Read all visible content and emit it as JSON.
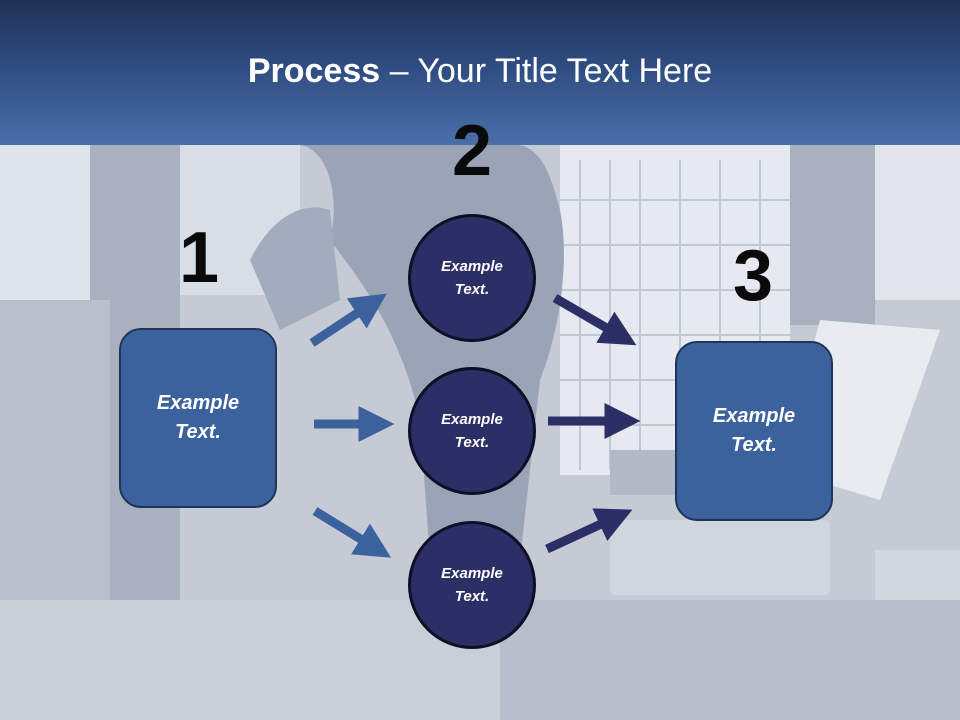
{
  "slide": {
    "title_bold": "Process",
    "title_rest": " – Your Title Text Here"
  },
  "steps": {
    "n1": "1",
    "n2": "2",
    "n3": "3"
  },
  "nodes": {
    "left": {
      "line1": "Example",
      "line2": "Text."
    },
    "top": {
      "line1": "Example",
      "line2": "Text."
    },
    "middle": {
      "line1": "Example",
      "line2": "Text."
    },
    "bottom": {
      "line1": "Example",
      "line2": "Text."
    },
    "right": {
      "line1": "Example",
      "line2": "Text."
    }
  },
  "colors": {
    "box_fill": "#3c629e",
    "circle_fill": "#2b2f66",
    "arrow_left": "#3c629e",
    "arrow_right": "#2b2f66"
  }
}
